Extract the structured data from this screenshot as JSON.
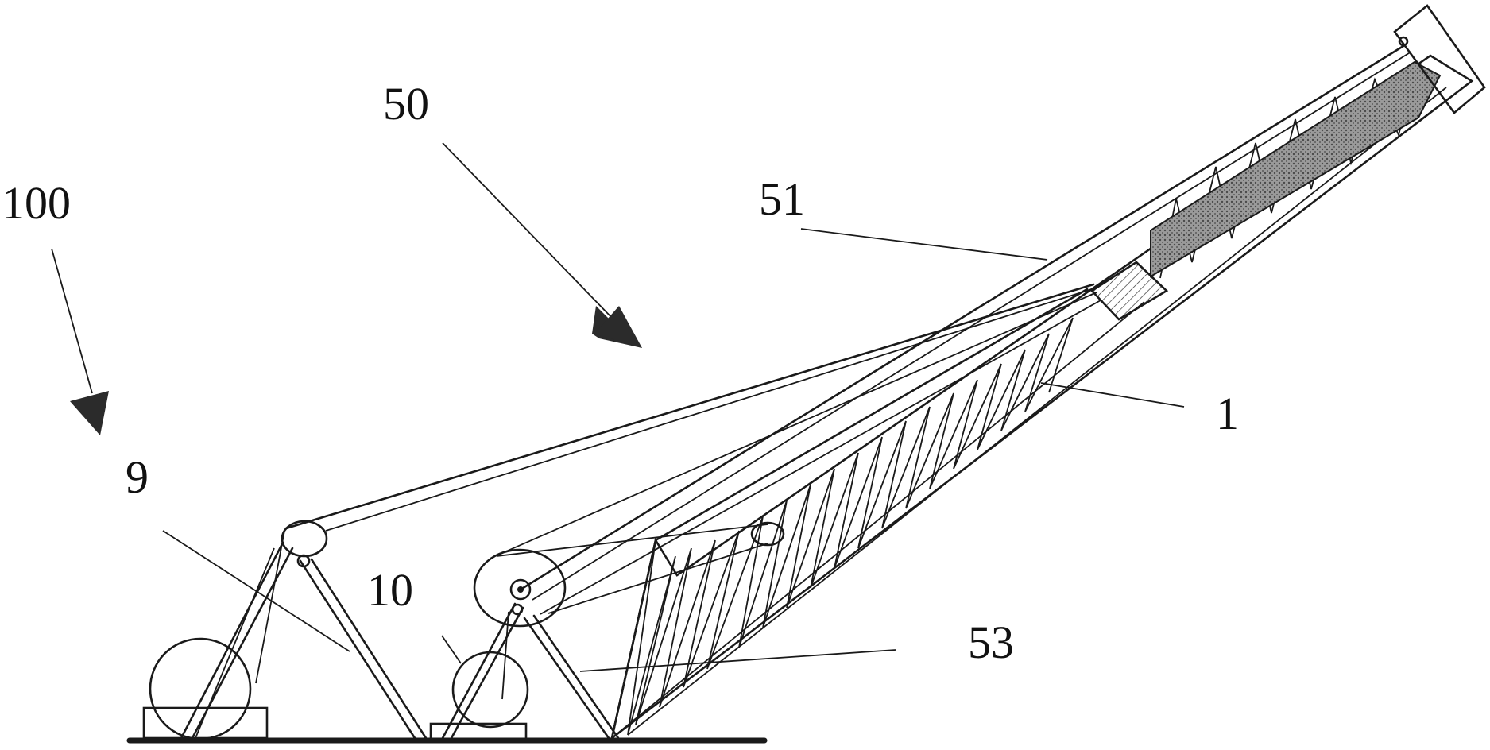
{
  "labels": {
    "assembly": "100",
    "boom_system": "50",
    "pendant": "51",
    "boom": "1",
    "mast": "9",
    "winch": "10",
    "boom_foot": "53"
  },
  "colors": {
    "line": "#1a1a1a",
    "arrow_fill": "#2b2b2b",
    "shaded_section": "#8a8a8a"
  }
}
